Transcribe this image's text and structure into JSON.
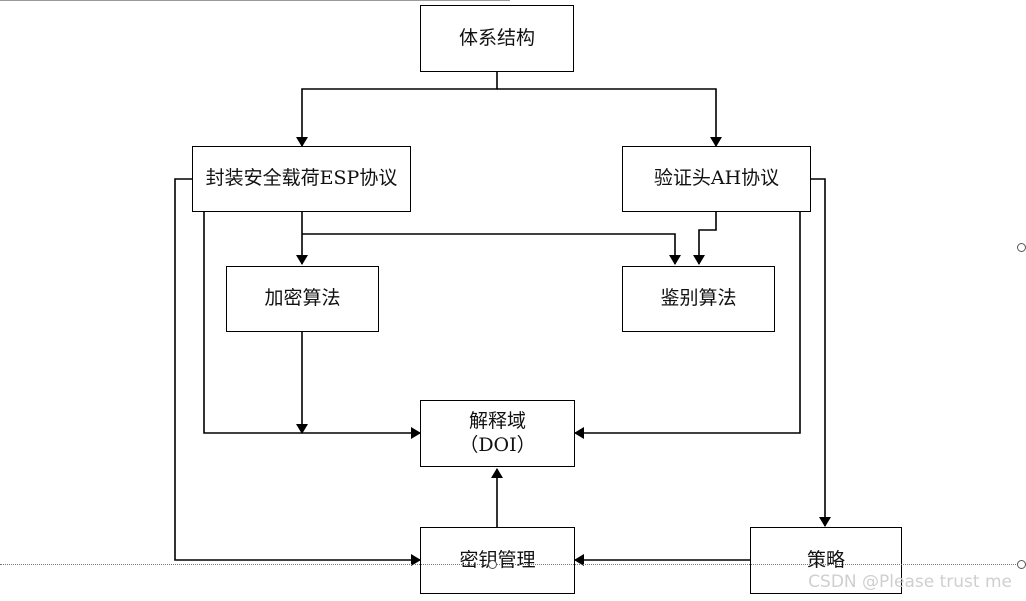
{
  "nodes": {
    "architecture": "体系结构",
    "esp": "封装安全载荷ESP协议",
    "ah": "验证头AH协议",
    "encryption": "加密算法",
    "authentication": "鉴别算法",
    "doi_line1": "解释域",
    "doi_line2": "（DOI）",
    "key_management": "密钥管理",
    "policy": "策略"
  },
  "watermark": "CSDN @Please trust me"
}
